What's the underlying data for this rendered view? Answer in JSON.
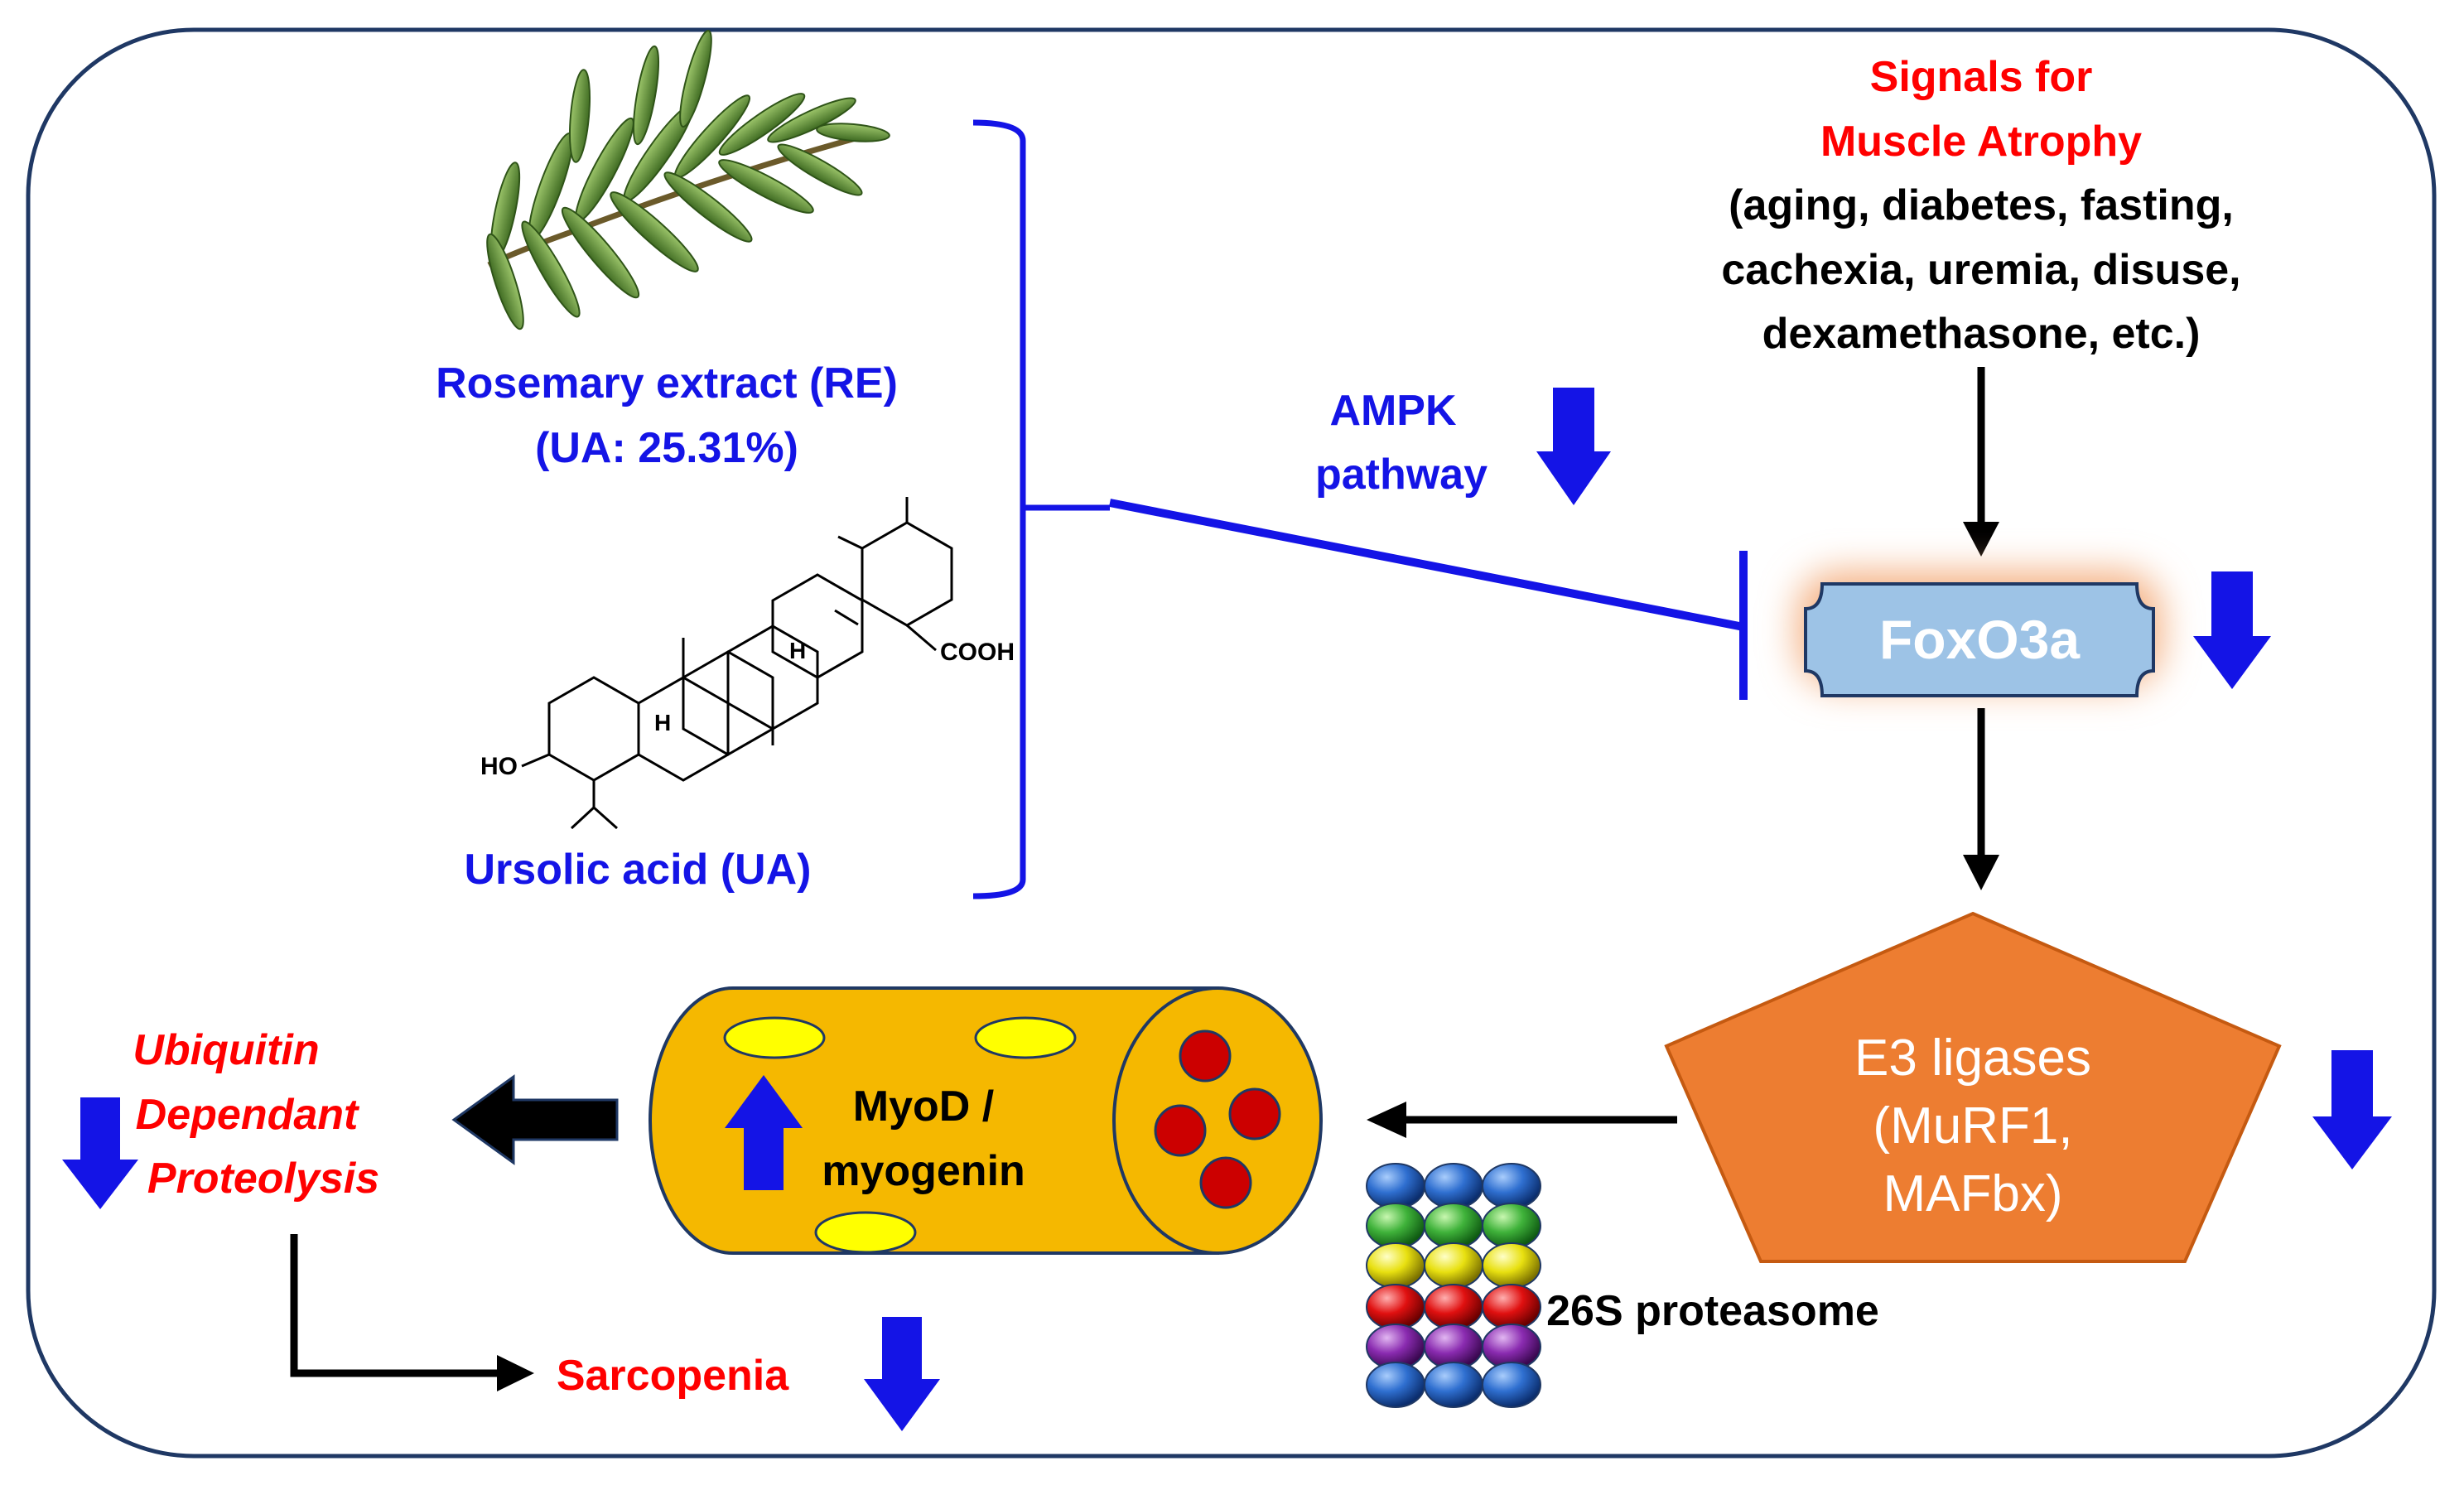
{
  "left_panel": {
    "re_label": "Rosemary extract (RE)",
    "re_ua_content": "(UA: 25.31%)",
    "ua_label": "Ursolic acid (UA)",
    "structure_cooh": "COOH",
    "structure_ho": "HO",
    "structure_h": "H"
  },
  "ampk": {
    "line1": "AMPK",
    "line2": "pathway"
  },
  "signals": {
    "title_line1": "Signals for",
    "title_line2": "Muscle Atrophy",
    "causes": [
      "(aging, diabetes, fasting,",
      "cachexia, uremia, disuse,",
      "dexamethasone, etc.)"
    ]
  },
  "foxo3a": {
    "label": "FoxO3a"
  },
  "e3": {
    "line1": "E3 ligases",
    "line2": "(MuRF1,",
    "line3": "MAFbx)"
  },
  "proteasome": {
    "label": "26S proteasome"
  },
  "muscle": {
    "line1": "MyoD /",
    "line2": "myogenin"
  },
  "ubiquitin": {
    "line1": "Ubiquitin",
    "line2": "Dependant",
    "line3": "Proteolysis"
  },
  "sarcopenia": {
    "label": "Sarcopenia"
  },
  "colors": {
    "blue": "#1414e6",
    "red": "#ff0000",
    "orange": "#ed7d31",
    "fiber": "#f5b800",
    "nucleus": "#ffff00",
    "redcell": "#cc0000",
    "foxo_fill": "#9dc3e6",
    "foxo_glow": "#f4b183"
  }
}
